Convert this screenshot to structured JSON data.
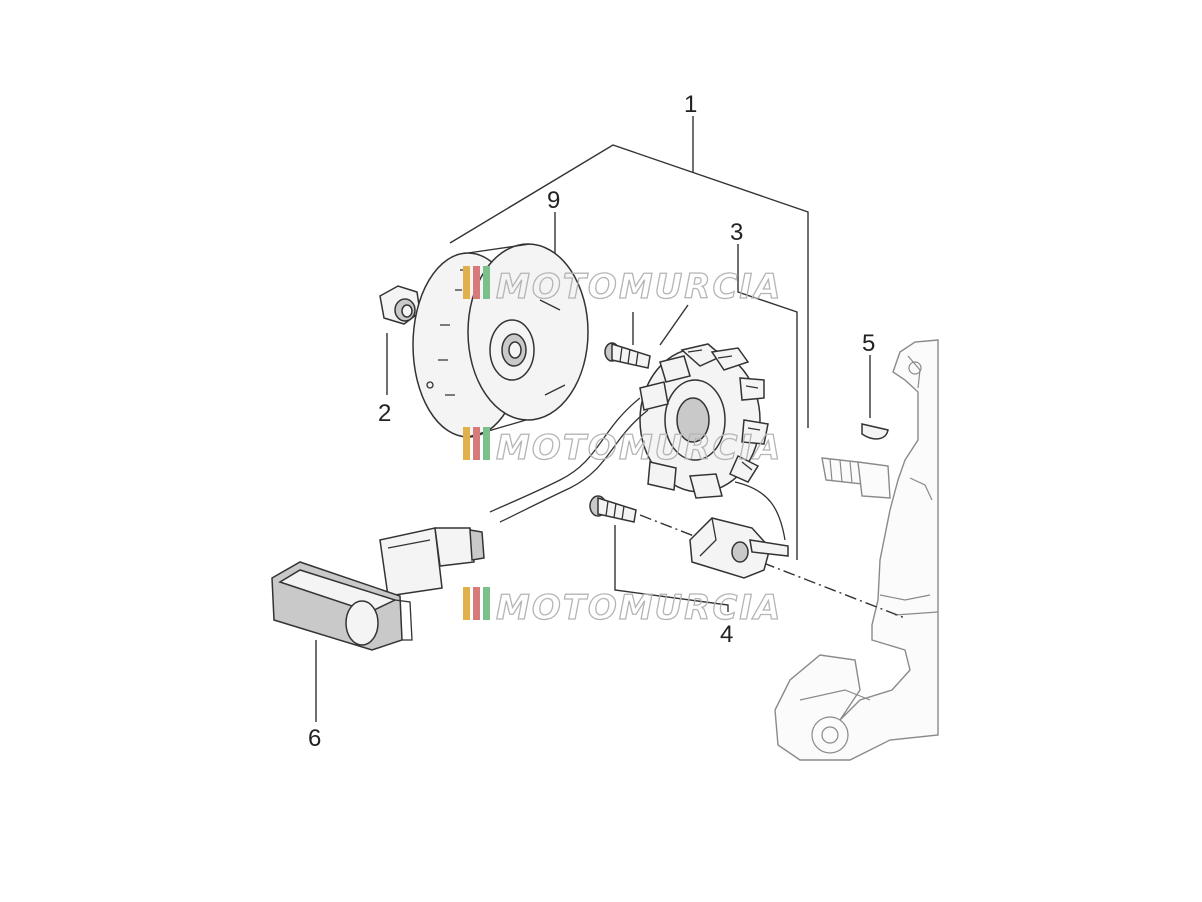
{
  "callouts": [
    {
      "id": "1",
      "label": "1"
    },
    {
      "id": "2",
      "label": "2"
    },
    {
      "id": "3",
      "label": "3"
    },
    {
      "id": "4",
      "label": "4"
    },
    {
      "id": "5",
      "label": "5"
    },
    {
      "id": "6",
      "label": "6"
    },
    {
      "id": "9",
      "label": "9"
    }
  ],
  "watermark": {
    "text": "MOTOMURCIA",
    "colors": [
      "#e0b04a",
      "#d97a7a",
      "#7bbf8a"
    ]
  }
}
